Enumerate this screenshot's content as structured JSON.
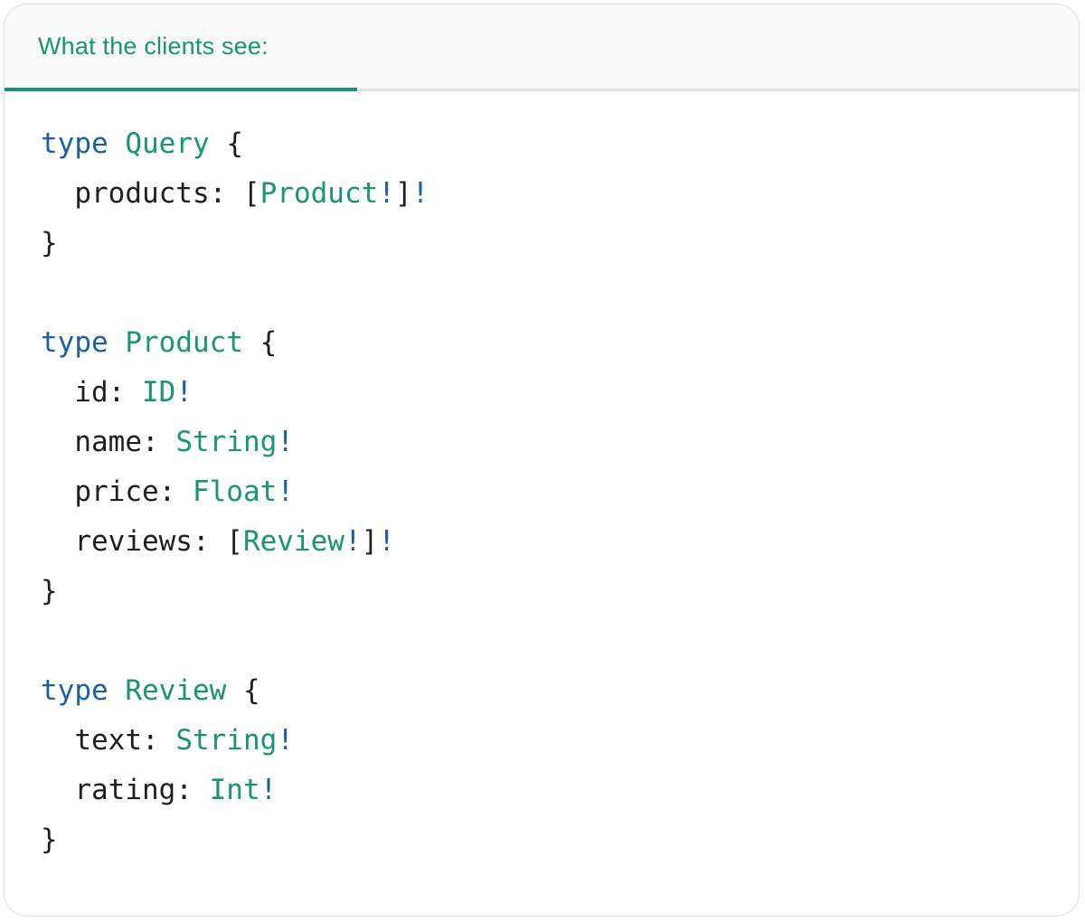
{
  "tab": {
    "label": "What the clients see:"
  },
  "colors": {
    "accent_teal": "#179574",
    "keyword_blue": "#1b5fa5",
    "code_text": "#1f1f1f",
    "tab_underline_active": "#179574",
    "tab_underline_inactive": "#e2e2e2",
    "card_border": "#d5e6d5",
    "header_bg": "#fafafa"
  },
  "code": {
    "language": "graphql",
    "lines": [
      [
        {
          "t": "type",
          "c": "kw"
        },
        {
          "t": " ",
          "c": "plain"
        },
        {
          "t": "Query",
          "c": "type"
        },
        {
          "t": " {",
          "c": "plain"
        }
      ],
      [
        {
          "t": "  products: [",
          "c": "plain"
        },
        {
          "t": "Product",
          "c": "type"
        },
        {
          "t": "!",
          "c": "bang"
        },
        {
          "t": "]",
          "c": "plain"
        },
        {
          "t": "!",
          "c": "bang"
        }
      ],
      [
        {
          "t": "}",
          "c": "plain"
        }
      ],
      [],
      [
        {
          "t": "type",
          "c": "kw"
        },
        {
          "t": " ",
          "c": "plain"
        },
        {
          "t": "Product",
          "c": "type"
        },
        {
          "t": " {",
          "c": "plain"
        }
      ],
      [
        {
          "t": "  id: ",
          "c": "plain"
        },
        {
          "t": "ID",
          "c": "type"
        },
        {
          "t": "!",
          "c": "bang"
        }
      ],
      [
        {
          "t": "  name: ",
          "c": "plain"
        },
        {
          "t": "String",
          "c": "type"
        },
        {
          "t": "!",
          "c": "bang"
        }
      ],
      [
        {
          "t": "  price: ",
          "c": "plain"
        },
        {
          "t": "Float",
          "c": "type"
        },
        {
          "t": "!",
          "c": "bang"
        }
      ],
      [
        {
          "t": "  reviews: [",
          "c": "plain"
        },
        {
          "t": "Review",
          "c": "type"
        },
        {
          "t": "!",
          "c": "bang"
        },
        {
          "t": "]",
          "c": "plain"
        },
        {
          "t": "!",
          "c": "bang"
        }
      ],
      [
        {
          "t": "}",
          "c": "plain"
        }
      ],
      [],
      [
        {
          "t": "type",
          "c": "kw"
        },
        {
          "t": " ",
          "c": "plain"
        },
        {
          "t": "Review",
          "c": "type"
        },
        {
          "t": " {",
          "c": "plain"
        }
      ],
      [
        {
          "t": "  text: ",
          "c": "plain"
        },
        {
          "t": "String",
          "c": "type"
        },
        {
          "t": "!",
          "c": "bang"
        }
      ],
      [
        {
          "t": "  rating: ",
          "c": "plain"
        },
        {
          "t": "Int",
          "c": "type"
        },
        {
          "t": "!",
          "c": "bang"
        }
      ],
      [
        {
          "t": "}",
          "c": "plain"
        }
      ]
    ]
  }
}
